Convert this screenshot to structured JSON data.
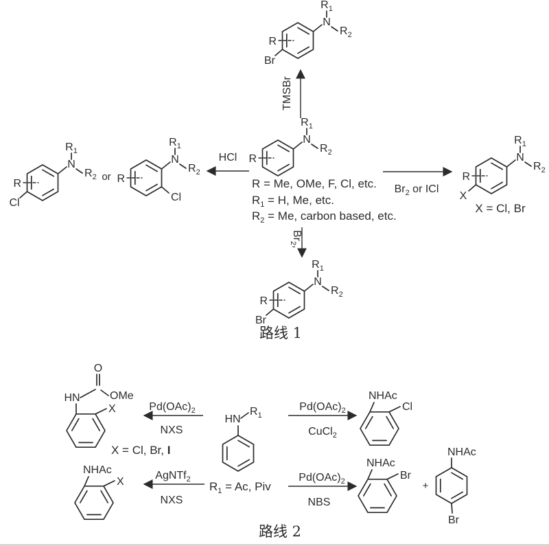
{
  "atoms": {
    "N": "N",
    "HN": "HN",
    "R": "R",
    "sub1": "1",
    "sub2": "2",
    "Br": "Br",
    "Cl": "Cl",
    "X": "X",
    "O": "O",
    "OMe": "OMe",
    "NHAc": "NHAc"
  },
  "connectors": {
    "or": "or",
    "plus": "+"
  },
  "scheme1": {
    "caption": "路线 1",
    "arrow_tmsbr": "TMSBr",
    "arrow_hcl": "HCl",
    "arrow_br2_icl": {
      "base": "Br",
      "sub": "2",
      "rest": " or ICl"
    },
    "arrow_br2": {
      "base": "Br",
      "sub": "2",
      "rest": ","
    },
    "x_note": "X = Cl, Br",
    "r_definitions": {
      "line1": "R = Me, OMe, F, Cl, etc.",
      "line2": {
        "base": "R",
        "sub": "1",
        "rest": " = H, Me, etc."
      },
      "line3": {
        "base": "R",
        "sub": "2",
        "rest": " = Me, carbon based, etc."
      }
    }
  },
  "scheme2": {
    "caption": "路线 2",
    "arrow_nxs_carbamate": {
      "top_base": "Pd(OAc)",
      "top_sub": "2",
      "bottom": "NXS"
    },
    "arrow_agntf2": {
      "top_base": "AgNTf",
      "top_sub": "2",
      "bottom": "NXS"
    },
    "arrow_cucl2": {
      "top_base": "Pd(OAc)",
      "top_sub": "2",
      "bottom_base": "CuCl",
      "bottom_sub": "2"
    },
    "arrow_nbs": {
      "top_base": "Pd(OAc)",
      "top_sub": "2",
      "bottom": "NBS"
    },
    "x_note": {
      "pre": "X = Cl, Br, ",
      "bold": "I"
    },
    "r1_note": {
      "base": "R",
      "sub": "1",
      "rest": " = Ac, Piv"
    }
  }
}
